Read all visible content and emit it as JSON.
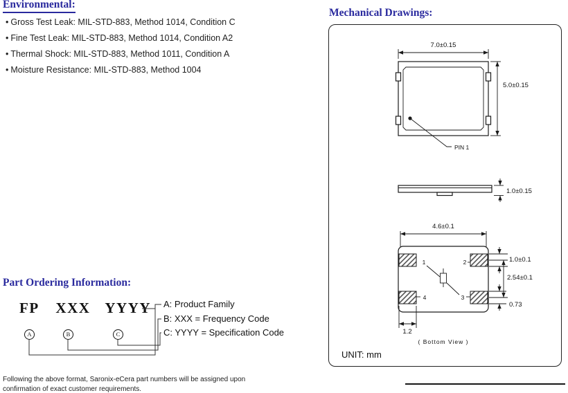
{
  "colors": {
    "heading_blue": "#2a2a9e",
    "text": "#1a1a1a"
  },
  "environmental": {
    "heading": "Environmental:",
    "items": [
      "Gross Test Leak: MIL-STD-883, Method 1014, Condition C",
      "Fine Test Leak: MIL-STD-883, Method 1014, Condition A2",
      "Thermal Shock: MIL-STD-883, Method 1011, Condition A",
      "Moisture Resistance: MIL-STD-883, Method 1004"
    ]
  },
  "mechanical": {
    "heading": "Mechanical Drawings:",
    "unit_label": "UNIT: mm",
    "top_view": {
      "width_dim": "7.0±0.15",
      "height_dim": "5.0±0.15",
      "pin1_label": "PIN 1"
    },
    "side_view": {
      "height_dim": "1.0±0.15"
    },
    "bottom_view": {
      "width_dim": "4.6±0.1",
      "pad_height_dim": "1.0±0.1",
      "pitch_dim": "2.54±0.1",
      "pad_bottom_dim": "0.73",
      "pad_width_dim": "1.2",
      "caption": "( Bottom View )",
      "pins": [
        "1",
        "2",
        "3",
        "4"
      ]
    }
  },
  "ordering": {
    "heading": "Part Ordering Information:",
    "code_parts": [
      "FP",
      "XXX",
      "YYYY"
    ],
    "circles": [
      "A",
      "B",
      "C"
    ],
    "legend": [
      "A: Product Family",
      "B: XXX = Frequency Code",
      "C: YYYY = Specification Code"
    ]
  },
  "footer": {
    "line1": "Following the above format, Saronix-eCera part numbers will be assigned upon",
    "line2": "confirmation of exact customer requirements."
  }
}
